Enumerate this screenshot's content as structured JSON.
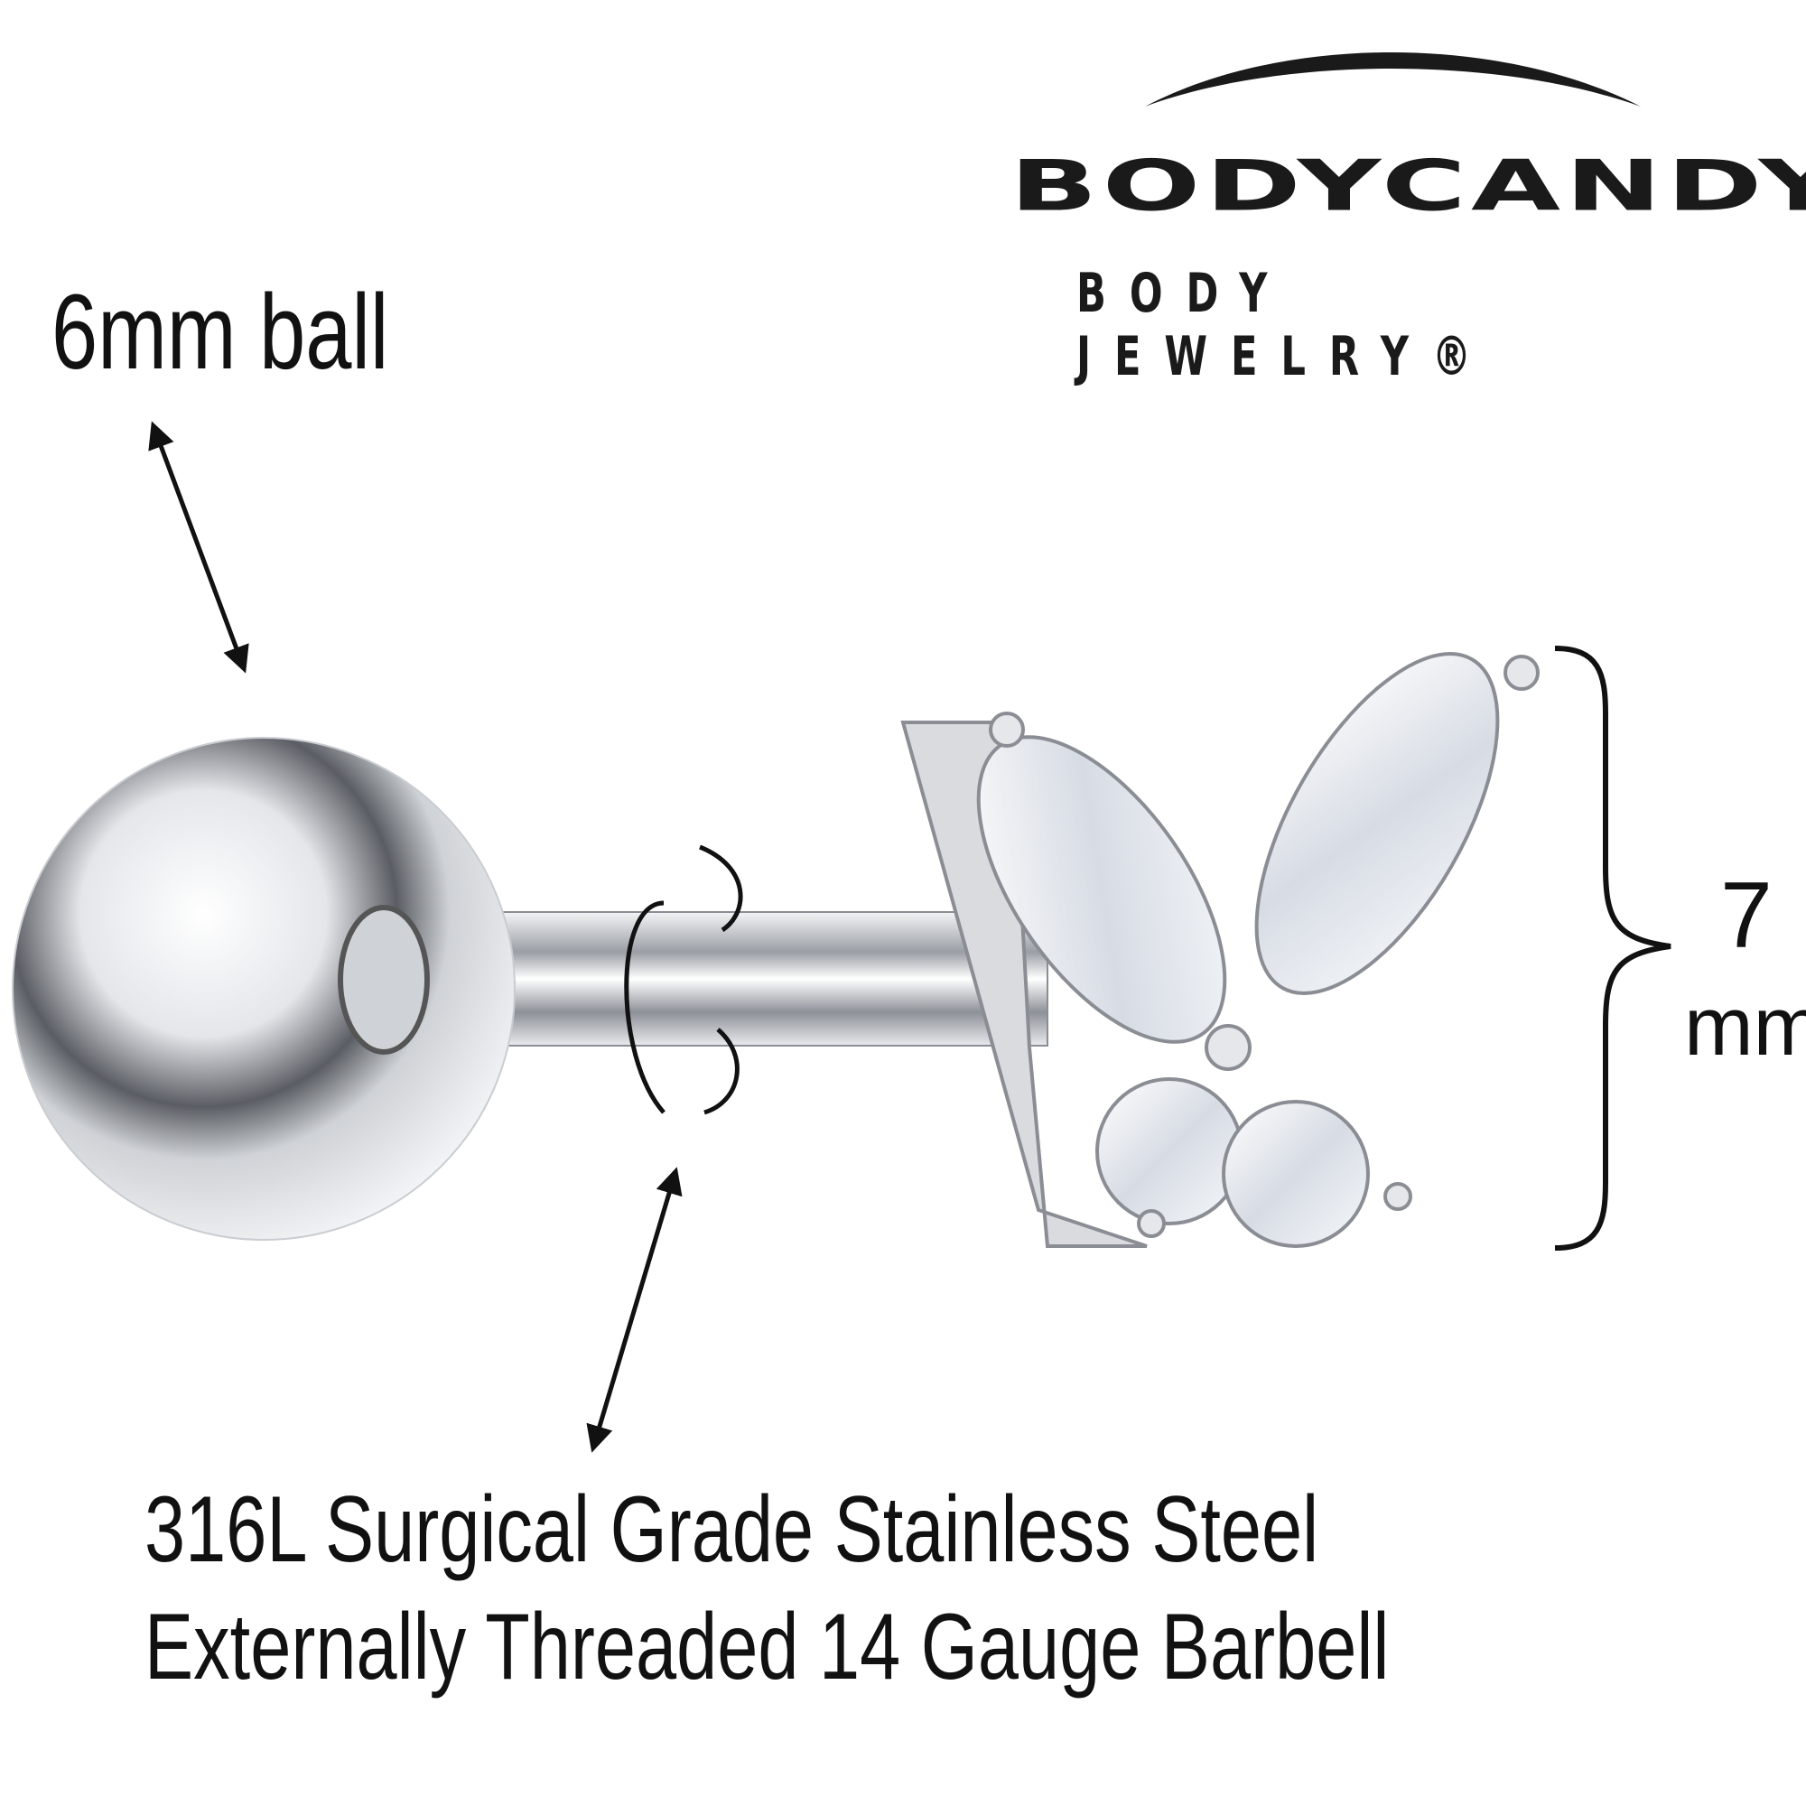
{
  "logo": {
    "brand": "BODYCANDY",
    "tagline": "BODY JEWELRY®"
  },
  "annotations": {
    "ball_size": "6mm ball",
    "height_value": "7",
    "height_unit": "mm",
    "spec_line_1": "316L Surgical Grade Stainless Steel",
    "spec_line_2": "Externally Threaded 14 Gauge Barbell"
  },
  "colors": {
    "text": "#111111",
    "metal": "#d9dbdf",
    "gem": "#eef1f6"
  }
}
